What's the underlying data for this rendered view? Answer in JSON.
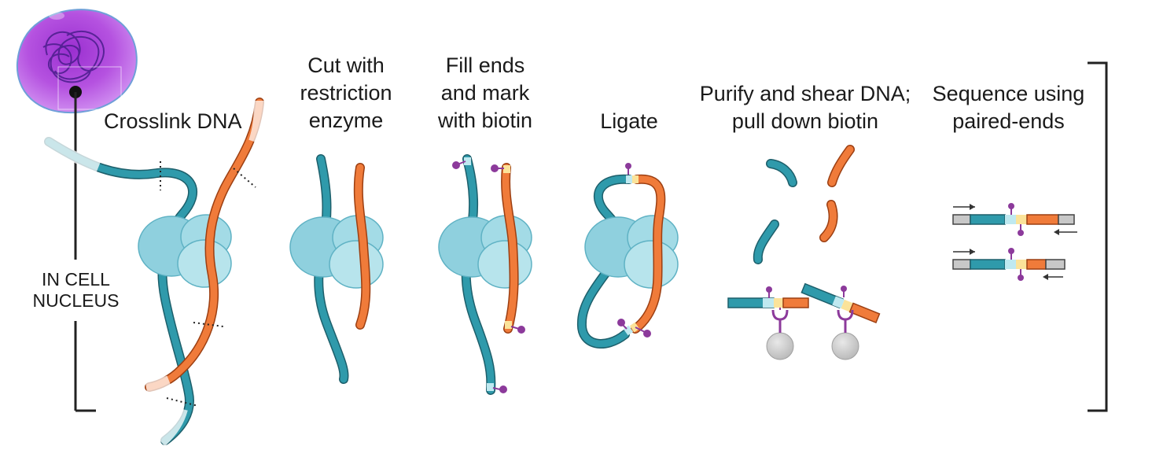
{
  "steps": [
    {
      "lines": [
        "Crosslink DNA"
      ]
    },
    {
      "lines": [
        "Cut with",
        "restriction",
        "enzyme"
      ]
    },
    {
      "lines": [
        "Fill ends",
        "and mark",
        "with biotin"
      ]
    },
    {
      "lines": [
        "Ligate"
      ]
    },
    {
      "lines": [
        "Purify and shear DNA;",
        "pull down biotin"
      ]
    },
    {
      "lines": [
        "Sequence using",
        "paired-ends"
      ]
    }
  ],
  "nucleus_label": [
    "IN CELL",
    "NUCLEUS"
  ],
  "colors": {
    "dna_teal": "#2f9aab",
    "dna_orange": "#f07b3a",
    "protein": "#8fd0de",
    "biotin": "#8c3a9b",
    "bead": "#cccccc",
    "cell": "#b64ee0",
    "cut_teal": "#bfe9f0",
    "cut_orange": "#fbe39a"
  }
}
